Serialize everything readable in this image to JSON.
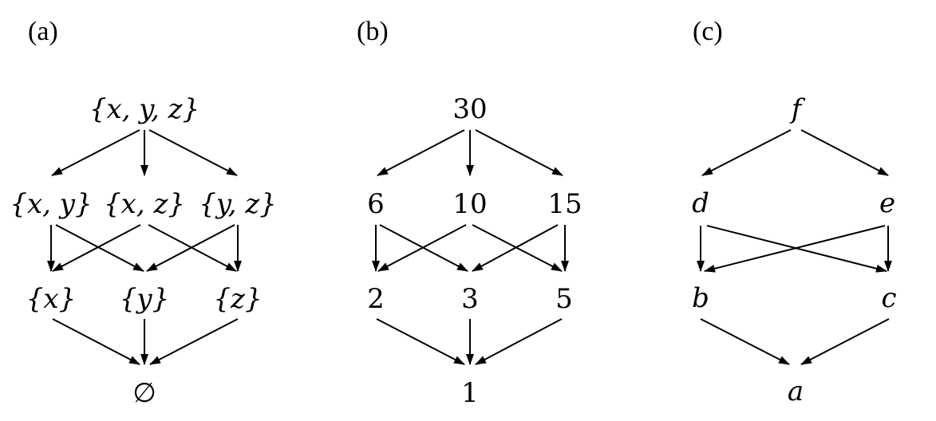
{
  "panels": [
    {
      "label": "(a)",
      "nodes": [
        {
          "id": "xyz",
          "text": "{x, y, z}"
        },
        {
          "id": "xy",
          "text": "{x, y}"
        },
        {
          "id": "xz",
          "text": "{x, z}"
        },
        {
          "id": "yz",
          "text": "{y, z}"
        },
        {
          "id": "x",
          "text": "{x}"
        },
        {
          "id": "y",
          "text": "{y}"
        },
        {
          "id": "z",
          "text": "{z}"
        },
        {
          "id": "empty",
          "text": "∅"
        }
      ],
      "edges": [
        [
          "xyz",
          "xy"
        ],
        [
          "xyz",
          "xz"
        ],
        [
          "xyz",
          "yz"
        ],
        [
          "xy",
          "x"
        ],
        [
          "xy",
          "y"
        ],
        [
          "xz",
          "x"
        ],
        [
          "xz",
          "z"
        ],
        [
          "yz",
          "y"
        ],
        [
          "yz",
          "z"
        ],
        [
          "x",
          "empty"
        ],
        [
          "y",
          "empty"
        ],
        [
          "z",
          "empty"
        ]
      ]
    },
    {
      "label": "(b)",
      "nodes": [
        {
          "id": "n30",
          "text": "30"
        },
        {
          "id": "n6",
          "text": "6"
        },
        {
          "id": "n10",
          "text": "10"
        },
        {
          "id": "n15",
          "text": "15"
        },
        {
          "id": "n2",
          "text": "2"
        },
        {
          "id": "n3",
          "text": "3"
        },
        {
          "id": "n5",
          "text": "5"
        },
        {
          "id": "n1",
          "text": "1"
        }
      ],
      "edges": [
        [
          "n30",
          "n6"
        ],
        [
          "n30",
          "n10"
        ],
        [
          "n30",
          "n15"
        ],
        [
          "n6",
          "n2"
        ],
        [
          "n6",
          "n3"
        ],
        [
          "n10",
          "n2"
        ],
        [
          "n10",
          "n5"
        ],
        [
          "n15",
          "n3"
        ],
        [
          "n15",
          "n5"
        ],
        [
          "n2",
          "n1"
        ],
        [
          "n3",
          "n1"
        ],
        [
          "n5",
          "n1"
        ]
      ]
    },
    {
      "label": "(c)",
      "nodes": [
        {
          "id": "f",
          "text": "f"
        },
        {
          "id": "d",
          "text": "d"
        },
        {
          "id": "e",
          "text": "e"
        },
        {
          "id": "b",
          "text": "b"
        },
        {
          "id": "c",
          "text": "c"
        },
        {
          "id": "a",
          "text": "a"
        }
      ],
      "edges": [
        [
          "f",
          "d"
        ],
        [
          "f",
          "e"
        ],
        [
          "d",
          "b"
        ],
        [
          "d",
          "c"
        ],
        [
          "e",
          "b"
        ],
        [
          "e",
          "c"
        ],
        [
          "b",
          "a"
        ],
        [
          "c",
          "a"
        ]
      ]
    }
  ]
}
